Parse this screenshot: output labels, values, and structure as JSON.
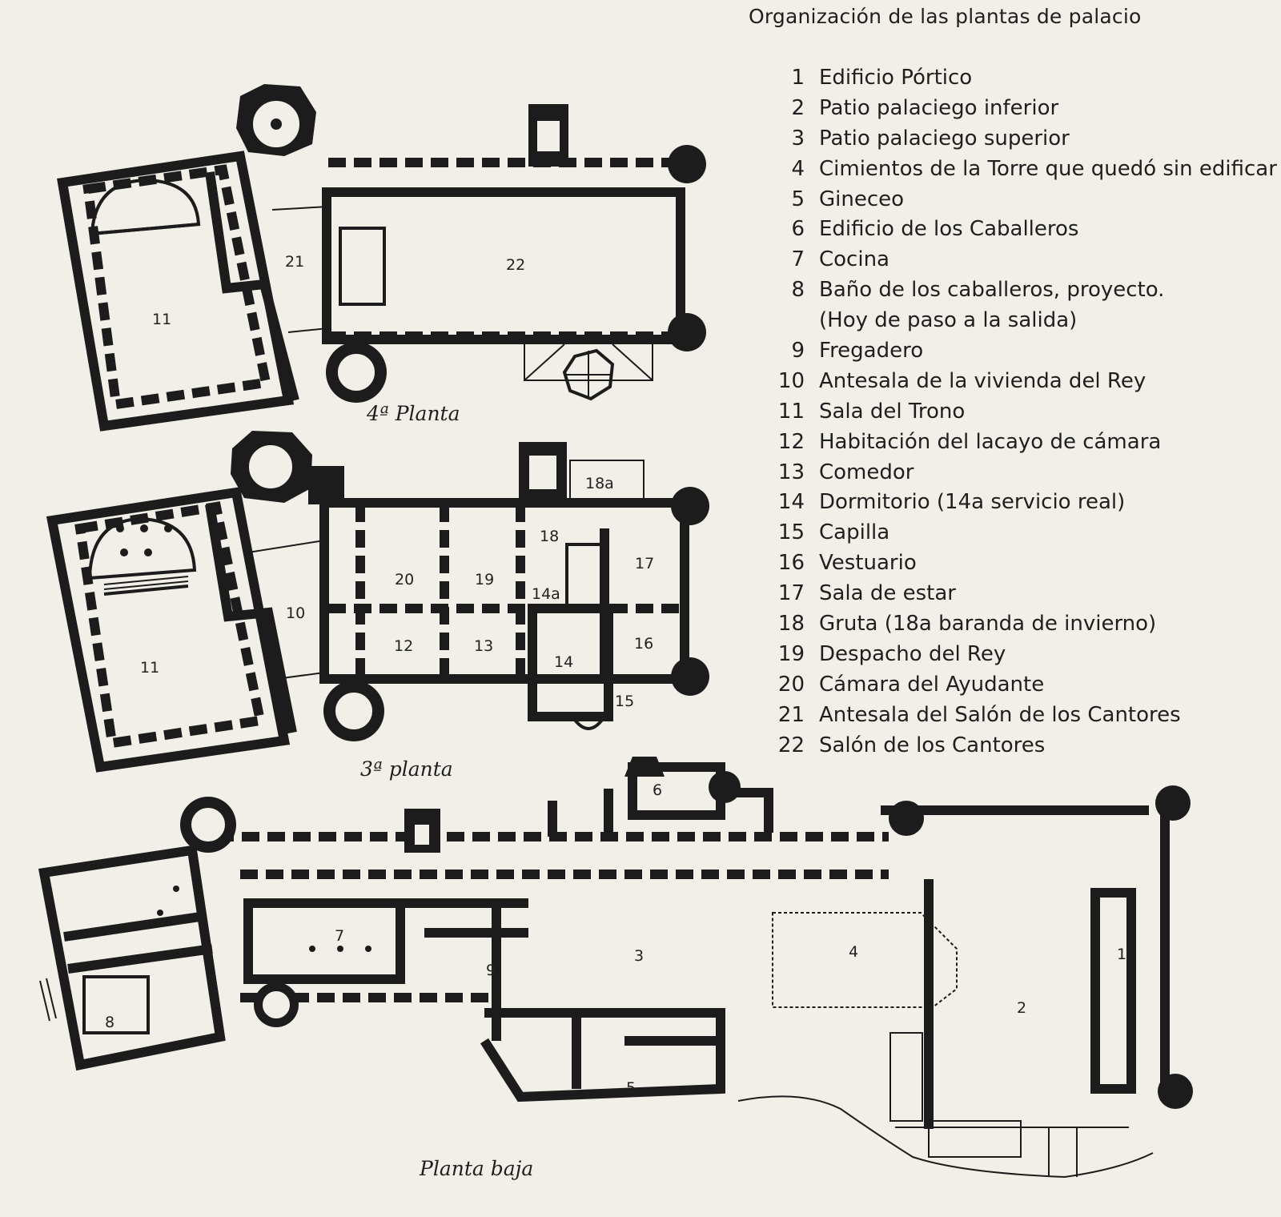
{
  "legend": {
    "title": "Organización de las plantas de palacio",
    "items": [
      {
        "num": "1",
        "label": "Edificio Pórtico"
      },
      {
        "num": "2",
        "label": "Patio palaciego inferior"
      },
      {
        "num": "3",
        "label": "Patio palaciego superior"
      },
      {
        "num": "4",
        "label": "Cimientos de la Torre que quedó sin edificar"
      },
      {
        "num": "5",
        "label": "Gineceo"
      },
      {
        "num": "6",
        "label": "Edificio de los Caballeros"
      },
      {
        "num": "7",
        "label": "Cocina"
      },
      {
        "num": "8",
        "label": "Baño de los caballeros,  proyecto.",
        "extra": "(Hoy de paso a la salida)"
      },
      {
        "num": "9",
        "label": "Fregadero"
      },
      {
        "num": "10",
        "label": "Antesala de la vivienda del Rey"
      },
      {
        "num": "11",
        "label": "Sala del Trono"
      },
      {
        "num": "12",
        "label": "Habitación del lacayo de cámara"
      },
      {
        "num": "13",
        "label": "Comedor"
      },
      {
        "num": "14",
        "label": "Dormitorio (14a servicio real)"
      },
      {
        "num": "15",
        "label": "Capilla"
      },
      {
        "num": "16",
        "label": "Vestuario"
      },
      {
        "num": "17",
        "label": "Sala de estar"
      },
      {
        "num": "18",
        "label": "Gruta (18a baranda de invierno)"
      },
      {
        "num": "19",
        "label": "Despacho del Rey"
      },
      {
        "num": "20",
        "label": "Cámara del Ayudante"
      },
      {
        "num": "21",
        "label": "Antesala del Salón de los Cantores"
      },
      {
        "num": "22",
        "label": "Salón de los Cantores"
      }
    ]
  },
  "floors": {
    "fourth": {
      "label": "4ª Planta",
      "rooms": [
        "11",
        "21",
        "22"
      ]
    },
    "third": {
      "label": "3ª planta",
      "rooms": [
        "11",
        "10",
        "20",
        "19",
        "18",
        "18a",
        "17",
        "14a",
        "12",
        "13",
        "14",
        "16",
        "15"
      ]
    },
    "ground": {
      "label": "Planta baja",
      "rooms": [
        "6",
        "7",
        "3",
        "4",
        "1",
        "2",
        "9",
        "8",
        "5"
      ]
    }
  }
}
